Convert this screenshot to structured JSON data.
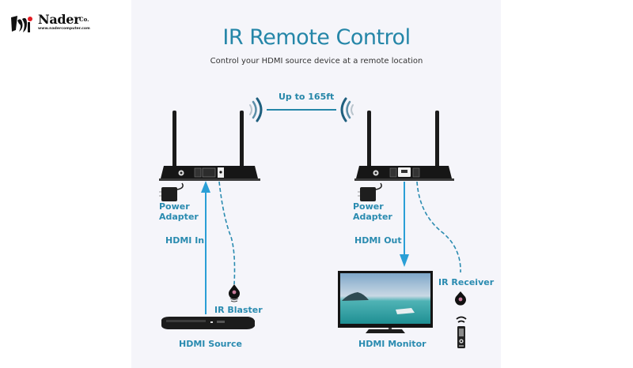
{
  "brand": {
    "name": "Nader",
    "suffix": "Co.",
    "url": "www.nadercomputer.com"
  },
  "header": {
    "title": "IR Remote Control",
    "subtitle": "Control your HDMI source device at a remote location"
  },
  "link": {
    "range_label": "Up to 165ft"
  },
  "transmitter": {
    "power_label_line1": "Power",
    "power_label_line2": "Adapter",
    "hdmi_label": "HDMI In",
    "ir_label": "IR Blaster",
    "source_label": "HDMI Source"
  },
  "receiver": {
    "power_label_line1": "Power",
    "power_label_line2": "Adapter",
    "hdmi_label": "HDMI Out",
    "ir_label": "IR Receiver",
    "monitor_label": "HDMI Monitor"
  },
  "colors": {
    "accent": "#2586a8",
    "arrow": "#2a9fd6",
    "device": "#1a1a1a",
    "panel": "#f5f5fa"
  }
}
